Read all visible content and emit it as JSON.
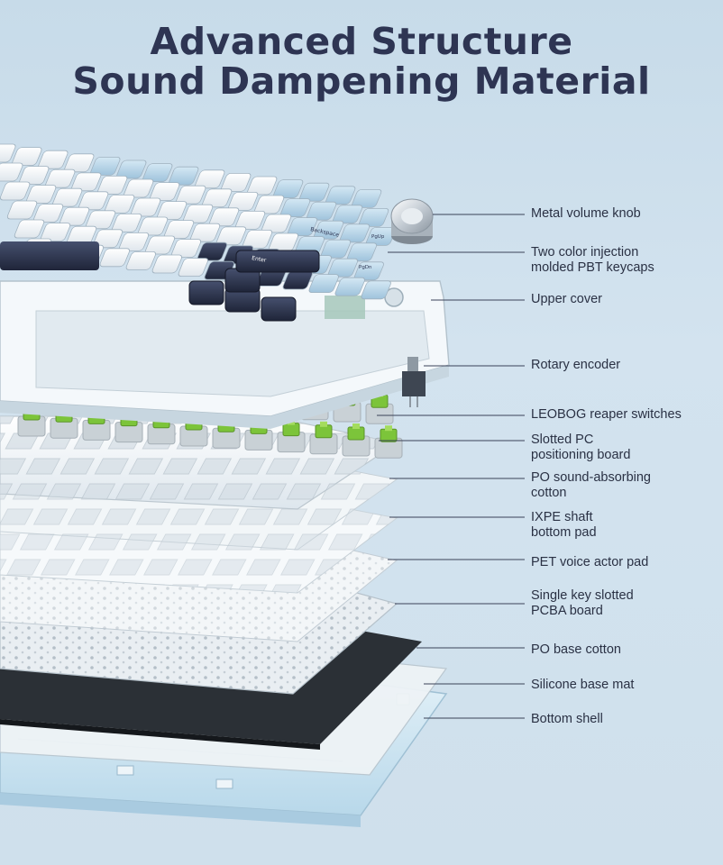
{
  "title": {
    "line1": "Advanced Structure",
    "line2": "Sound Dampening Material"
  },
  "keycap_legends": {
    "backspace": "Backspace",
    "enter": "Enter",
    "pgup": "PgUp",
    "pgdn": "PgDn"
  },
  "labels": [
    {
      "id": "metal-volume-knob",
      "lines": [
        "Metal volume knob"
      ]
    },
    {
      "id": "keycaps",
      "lines": [
        "Two color injection",
        "molded PBT keycaps"
      ]
    },
    {
      "id": "upper-cover",
      "lines": [
        "Upper cover"
      ]
    },
    {
      "id": "rotary-encoder",
      "lines": [
        "Rotary encoder"
      ]
    },
    {
      "id": "switches",
      "lines": [
        "LEOBOG reaper switches"
      ]
    },
    {
      "id": "pc-board",
      "lines": [
        "Slotted PC",
        "positioning board"
      ]
    },
    {
      "id": "po-cotton",
      "lines": [
        "PO sound-absorbing",
        "cotton"
      ]
    },
    {
      "id": "ixpe-pad",
      "lines": [
        "IXPE shaft",
        "bottom pad"
      ]
    },
    {
      "id": "pet-pad",
      "lines": [
        "PET voice actor pad"
      ]
    },
    {
      "id": "pcba",
      "lines": [
        "Single key slotted",
        "PCBA board"
      ]
    },
    {
      "id": "po-base-cotton",
      "lines": [
        "PO base cotton"
      ]
    },
    {
      "id": "silicone-mat",
      "lines": [
        "Silicone base mat"
      ]
    },
    {
      "id": "bottom-shell",
      "lines": [
        "Bottom shell"
      ]
    }
  ],
  "colors": {
    "title": "#2e3553",
    "text": "#2a3144",
    "leader": "#3a4258",
    "key_white": "#f4f7f9",
    "key_blue": "#bcd8ea",
    "key_navy": "#2c3450",
    "switch_green": "#7cc43a",
    "plate_white": "#f1f5f8",
    "base_dark": "#2b3036",
    "shell_blue": "#cfe6f2"
  }
}
